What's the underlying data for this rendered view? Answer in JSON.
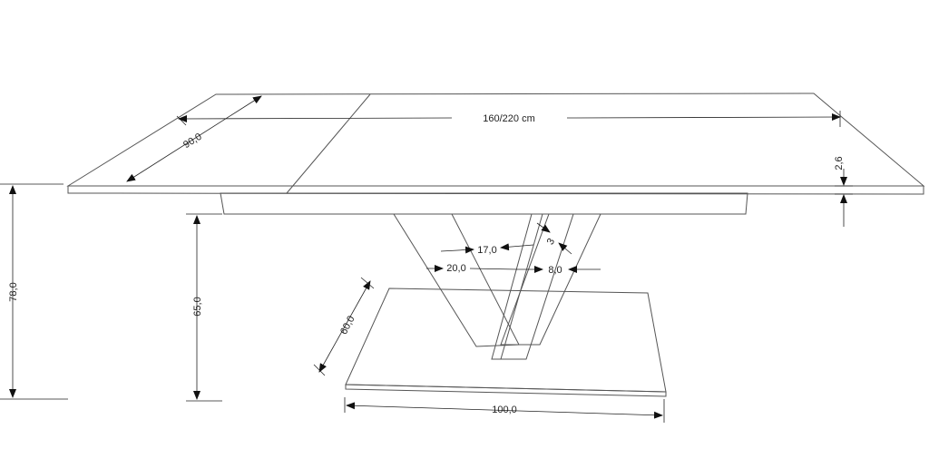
{
  "diagram": {
    "dimensions": {
      "length": "160/220 cm",
      "width": "90,0",
      "top_thickness": "2,6",
      "total_height": "78,0",
      "apron_height": "65,0",
      "base_depth": "60,0",
      "base_width": "100,0",
      "leg_span_small": "17,0",
      "leg_span_large": "20,0",
      "leg_width": "8,0",
      "leg_gap": "3"
    }
  }
}
